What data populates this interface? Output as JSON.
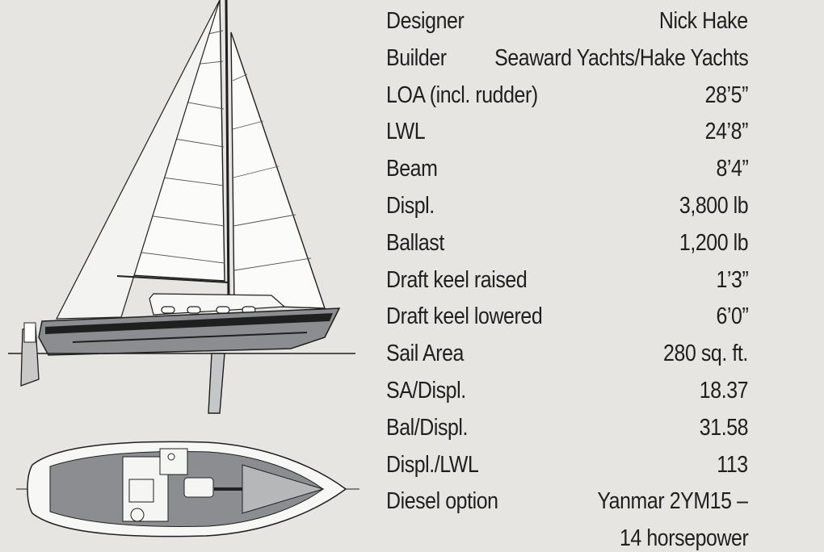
{
  "specs": [
    {
      "label": "Designer",
      "value": "Nick Hake"
    },
    {
      "label": "Builder",
      "value": "Seaward Yachts/Hake Yachts"
    },
    {
      "label": "LOA (incl. rudder)",
      "value": "28’5”"
    },
    {
      "label": "LWL",
      "value": "24’8”"
    },
    {
      "label": "Beam",
      "value": "8’4”"
    },
    {
      "label": "Displ.",
      "value": "3,800 lb"
    },
    {
      "label": "Ballast",
      "value": "1,200 lb"
    },
    {
      "label": "Draft keel raised",
      "value": "1’3”"
    },
    {
      "label": "Draft keel lowered",
      "value": "6’0”"
    },
    {
      "label": "Sail Area",
      "value": "280 sq. ft."
    },
    {
      "label": "SA/Displ.",
      "value": "18.37"
    },
    {
      "label": "Bal/Displ.",
      "value": "31.58"
    },
    {
      "label": "Displ./LWL",
      "value": "113"
    },
    {
      "label": "Diesel option",
      "value": "Yanmar 2YM15 –",
      "value_cont": "14 horsepower"
    }
  ]
}
